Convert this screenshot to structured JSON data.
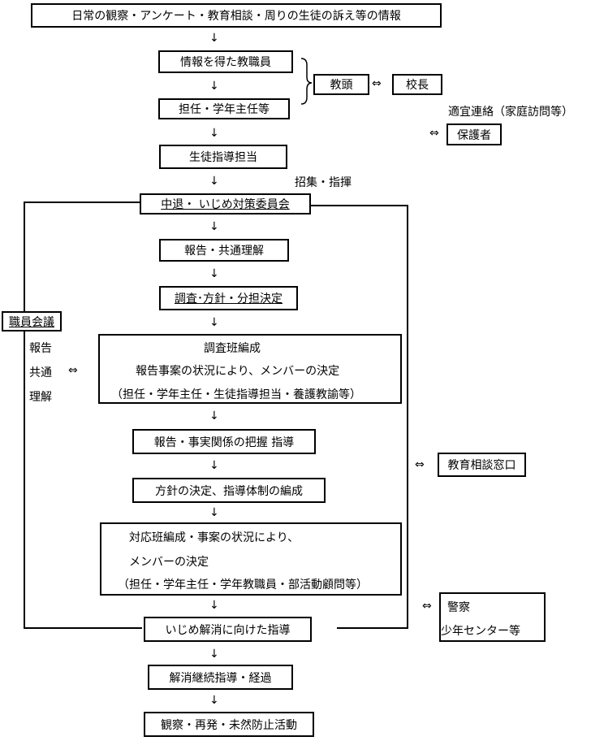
{
  "nodes": {
    "info": "日常の観察・アンケート・教育相談・周りの生徒の訴え等の情報",
    "staff": "情報を得た教職員",
    "homeroom": "担任・学年主任等",
    "vice_principal": "教頭",
    "principal": "校長",
    "guardian_note": "適宜連絡（家庭訪問等）",
    "guardian": "保護者",
    "guidance": "生徒指導担当",
    "convene": "招集・指揮",
    "committee": "中退・ いじめ対策委員会",
    "staff_meeting": "職員会議",
    "side_labels": [
      "報告",
      "共通",
      "理解"
    ],
    "report": "報告・共通理解",
    "survey": "調査･方針・分担決定",
    "team_lines": [
      "調査班編成",
      "報告事案の状況により、メンバーの決定",
      "（担任・学年主任・生徒指導担当・養護教諭等）"
    ],
    "facts": "報告・事実関係の把握 指導",
    "policy": "方針の決定、指導体制の編成",
    "response_lines": [
      "対応班編成・事案の状況により、",
      "メンバーの決定",
      "（担任・学年主任・学年教職員・部活動顧問等）"
    ],
    "counsel": "教育相談窓口",
    "police_lines": [
      "警察",
      "少年センター等"
    ],
    "resolve": "いじめ解消に向けた指導",
    "continue": "解消継続指導・経過",
    "prevent": "観察・再発・未然防止活動"
  },
  "symbols": {
    "down_arrow": "↓",
    "both_arrow": "⇔"
  }
}
